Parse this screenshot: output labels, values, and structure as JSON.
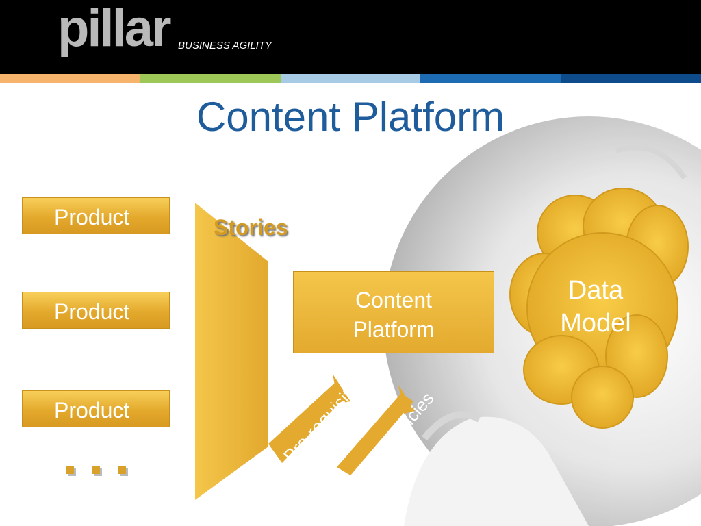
{
  "header": {
    "logo_text": "pillar",
    "tagline": "BUSINESS AGILITY",
    "stripe_colors": [
      "#f6b36c",
      "#9dc858",
      "#a7cbe5",
      "#1d6cb3",
      "#0e4b8a"
    ]
  },
  "title": "Content Platform",
  "products": [
    {
      "label": "Product"
    },
    {
      "label": "Product"
    },
    {
      "label": "Product"
    }
  ],
  "funnel_label": "Stories",
  "content_platform": {
    "line1": "Content",
    "line2": "Platform"
  },
  "data_model": {
    "line1": "Data",
    "line2": "Model"
  },
  "arrows": {
    "prerequisites": "Pre-requisities",
    "dependencies": "Dependencies"
  },
  "ellipsis": "...",
  "colors": {
    "gold": "#e8b33a",
    "gold_dark": "#c7901a",
    "title_blue": "#1e5c9c"
  }
}
